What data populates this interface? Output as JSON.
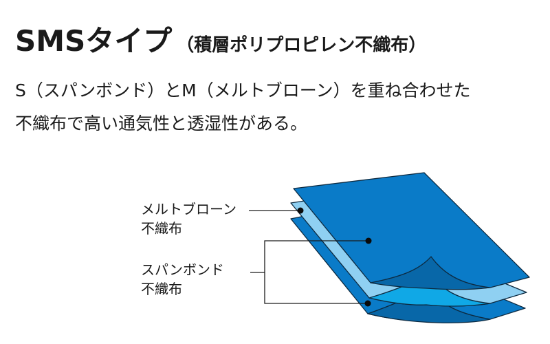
{
  "title": {
    "main": "SMSタイプ",
    "sub": "（積層ポリプロピレン不織布）"
  },
  "description": {
    "lines": [
      "S（スパンボンド）とM（メルトブローン）を重ね合わせた",
      "不織布で高い通気性と透湿性がある。"
    ]
  },
  "diagram": {
    "labels": {
      "meltblown": {
        "line1": "メルトブローン",
        "line2": "不織布"
      },
      "spunbond": {
        "line1": "スパンボンド",
        "line2": "不織布"
      }
    },
    "colors": {
      "spunbond": "#0a7bc8",
      "spunbond_fold": "#0867a8",
      "meltblown": "#8fd0f2",
      "meltblown_fold": "#10a8e6",
      "outline": "#0d2a40",
      "leader": "#1a1a1a"
    }
  }
}
